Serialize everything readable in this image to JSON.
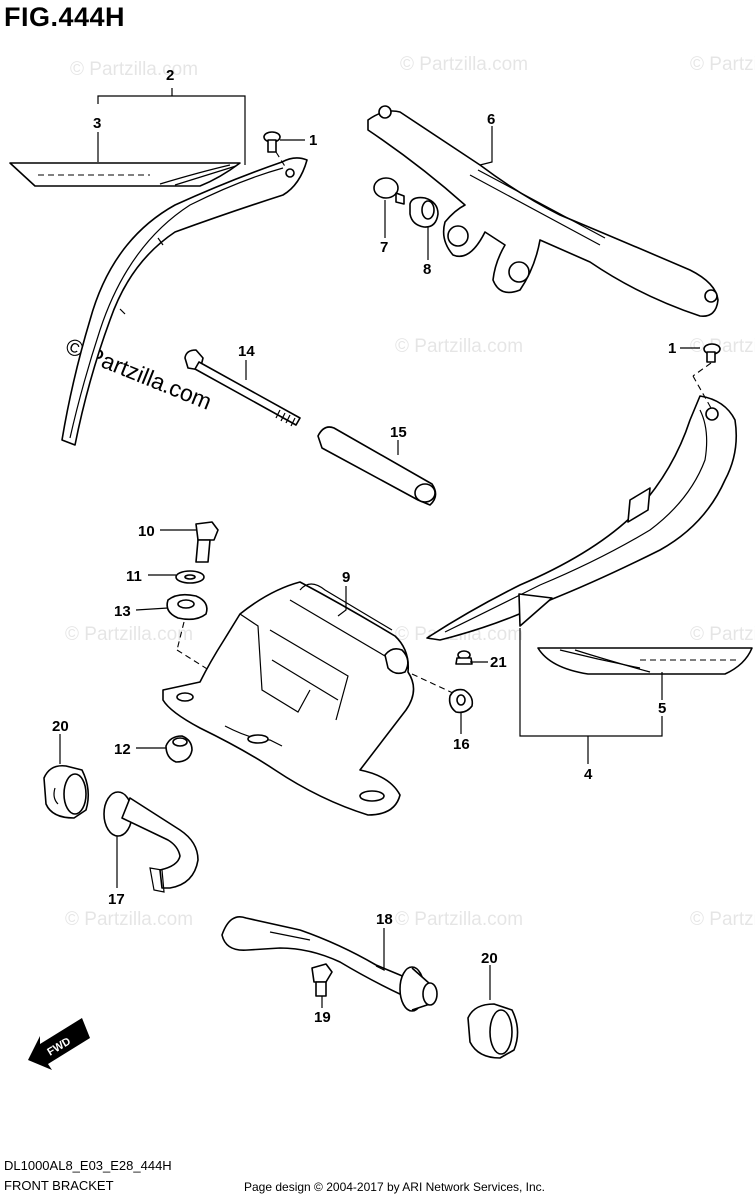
{
  "figure_title": "FIG.444H",
  "watermark": "© Partzilla.com",
  "callouts": [
    "1",
    "2",
    "3",
    "6",
    "7",
    "8",
    "14",
    "15",
    "1",
    "10",
    "11",
    "13",
    "9",
    "21",
    "5",
    "20",
    "12",
    "16",
    "4",
    "17",
    "18",
    "20",
    "19"
  ],
  "fwd_label": "FWD",
  "footer": {
    "code": "DL1000AL8_E03_E28_444H",
    "name": "FRONT BRACKET",
    "credit": "Page design © 2004-2017 by ARI Network Services, Inc."
  }
}
